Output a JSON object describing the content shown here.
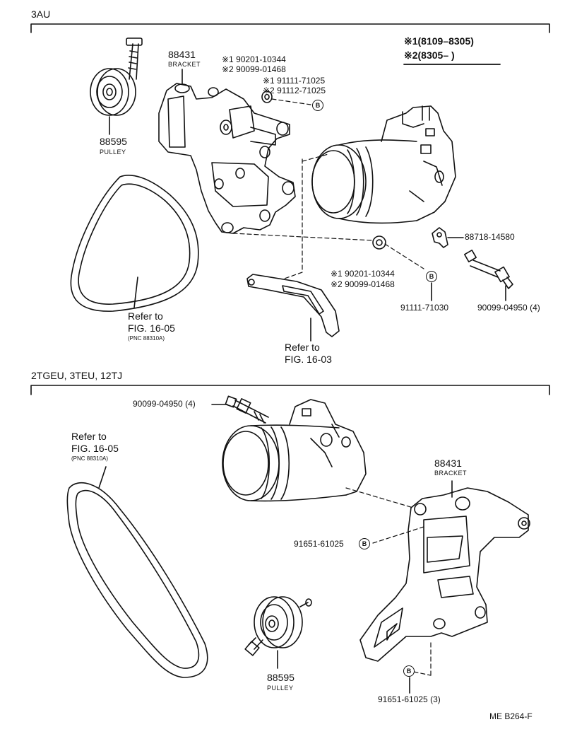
{
  "sections": {
    "top": "3AU",
    "bottom": "2TGEU, 3TEU, 12TJ"
  },
  "legend": {
    "line1": "※1(8109–8305)",
    "line2": "※2(8305–      )"
  },
  "top": {
    "bracket_no": "88431",
    "bracket_name": "BRACKET",
    "bolt1_a": "※1 90201-10344",
    "bolt1_b": "※2 90099-01468",
    "bolt2_a": "※1 91111-71025",
    "bolt2_b": "※2 91112-71025",
    "pulley_no": "88595",
    "pulley_name": "PULLEY",
    "clip_no": "88718-14580",
    "washer_a": "※1 90201-10344",
    "washer_b": "※2 90099-01468",
    "bolt3": "91111-71030",
    "bolt4": "90099-04950 (4)",
    "refer1_a": "Refer to",
    "refer1_b": "FIG. 16-05",
    "refer1_c": "(PNC 88310A)",
    "refer2_a": "Refer to",
    "refer2_b": "FIG. 16-03",
    "bmark": "B"
  },
  "bottom": {
    "bolt_top": "90099-04950 (4)",
    "refer_a": "Refer to",
    "refer_b": "FIG. 16-05",
    "refer_c": "(PNC 88310A)",
    "bracket_no": "88431",
    "bracket_name": "BRACKET",
    "bolt_mid": "91651-61025",
    "pulley_no": "88595",
    "pulley_name": "PULLEY",
    "bolt_bot": "91651-61025 (3)",
    "bmark": "B"
  },
  "footer": "ME  B264-F"
}
